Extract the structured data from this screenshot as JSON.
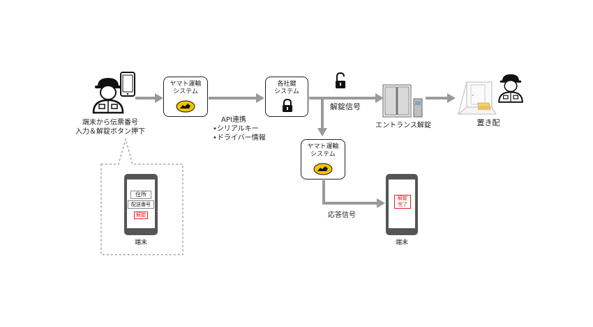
{
  "driver": {
    "caption_line1": "端末から伝票番号",
    "caption_line2": "入力＆解錠ボタン押下"
  },
  "yamato_system_1": {
    "line1": "ヤマト運輸",
    "line2": "システム"
  },
  "lock_system": {
    "line1": "各社鍵",
    "line2": "システム"
  },
  "api_label": {
    "title": "API連携",
    "item1": "•シリアルキー",
    "item2": "•ドライバー情報"
  },
  "unlock_signal": "解錠信号",
  "entrance": "エントランス解錠",
  "delivery": "置き配",
  "yamato_system_2": {
    "line1": "ヤマト運輸",
    "line2": "システム"
  },
  "response_signal": "応答信号",
  "terminal_left": {
    "field1": "住所",
    "field2": "配送番号",
    "button": "解錠",
    "caption": "端末"
  },
  "terminal_right": {
    "badge_line1": "解錠",
    "badge_line2": "完了",
    "caption": "端末"
  },
  "colors": {
    "arrow": "#9a9a9a",
    "badge_red": "#d22222",
    "logo_yellow": "#f2c400"
  }
}
